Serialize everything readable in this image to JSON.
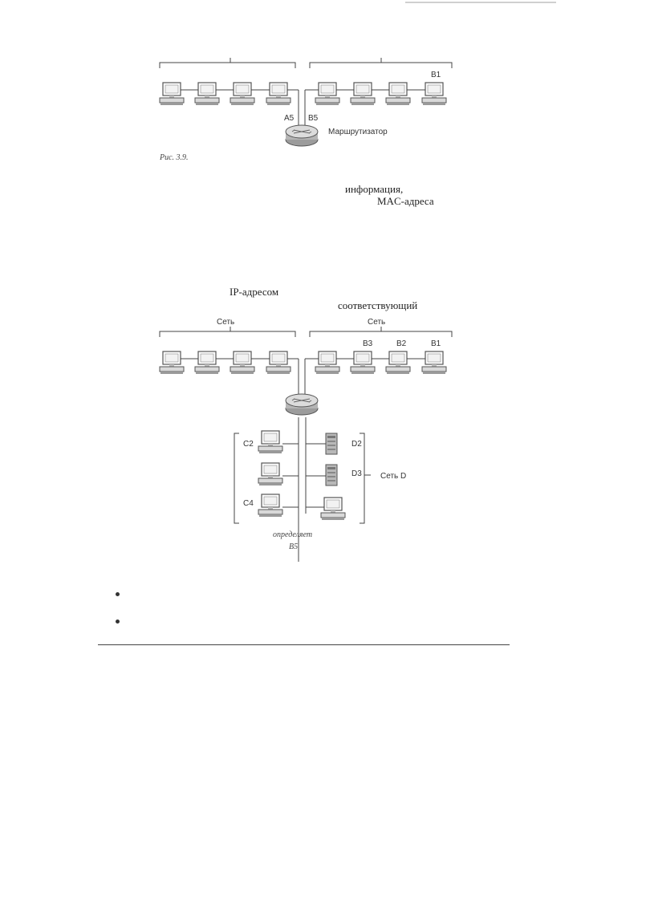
{
  "figure1": {
    "labels": {
      "b1": "B1",
      "a5": "A5",
      "b5": "B5",
      "router": "Маршрутизатор"
    },
    "caption": "Рис. 3.9."
  },
  "text": {
    "line1": "информация,",
    "line2": "MAC-адреса",
    "line3": "IP-адресом",
    "line4": "соответствующий"
  },
  "figure2": {
    "labels": {
      "net_left": "Сеть",
      "net_right": "Сеть",
      "b3": "B3",
      "b2": "B2",
      "b1": "B1",
      "c2": "C2",
      "c4": "C4",
      "d2": "D2",
      "d3": "D3",
      "net_d": "Сеть D"
    },
    "caption_line1": "определяет",
    "caption_line2": "B5"
  },
  "bullets": 2
}
